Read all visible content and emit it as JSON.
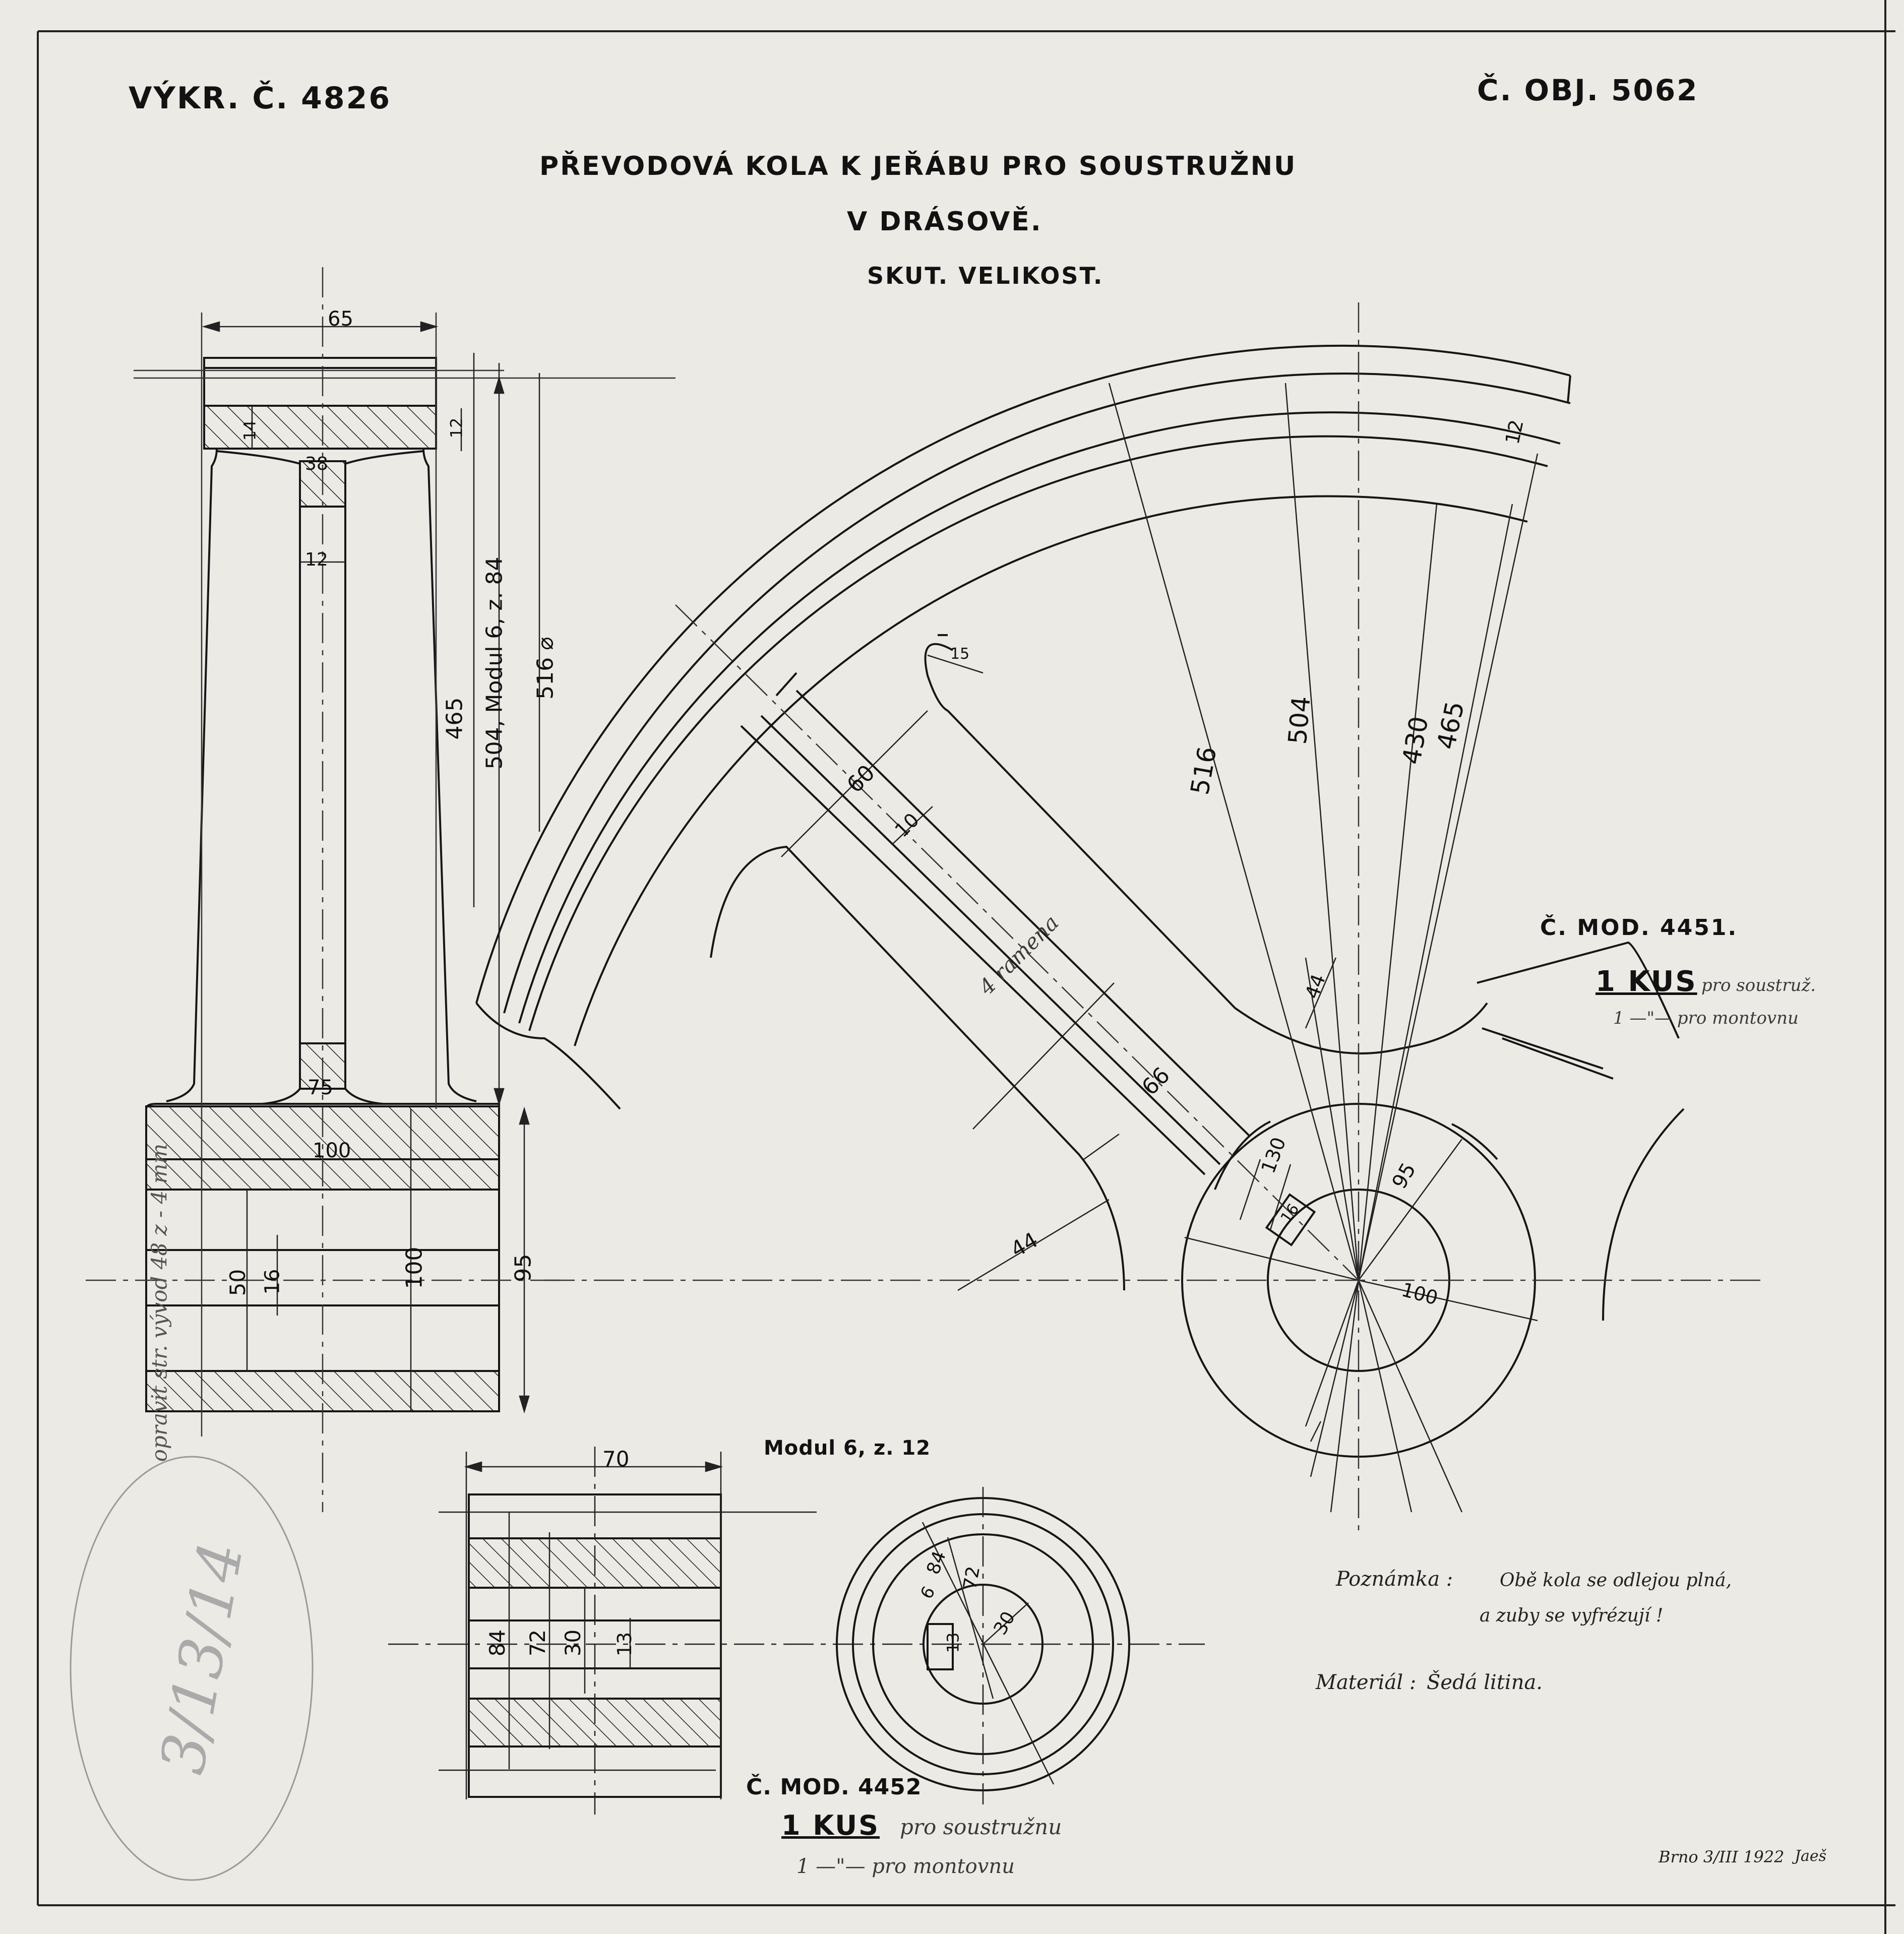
{
  "header": {
    "drawing_no": "VÝKR. Č. 4826",
    "order_no": "Č. OBJ. 5062",
    "title_line1": "PŘEVODOVÁ KOLA K JEŘÁBU PRO SOUSTRUŽNU",
    "title_line2": "V DRÁSOVĚ.",
    "scale": "SKUT. VELIKOST."
  },
  "section_view": {
    "dims": {
      "width": "65",
      "rim": "14",
      "web": "38",
      "arm": "12",
      "rim_depth": "12",
      "d465": "465",
      "d504": "504, Modul 6, z. 84",
      "d516": "516 ⌀",
      "hub_top": "75",
      "hub_len": "100",
      "bore": "100",
      "hub_h": "95",
      "key_w": "50",
      "key_h": "16"
    },
    "side_note": "opravit str. vývod 48 z - 4 mm"
  },
  "front_view": {
    "dims": {
      "d516": "516",
      "d504": "504",
      "d430": "430",
      "d465": "465",
      "rim_12": "12",
      "r15": "15",
      "arm_60": "60",
      "arm_10": "10",
      "arm_44a": "44",
      "arm_66": "66",
      "arm_44b": "44",
      "hub_130": "130",
      "key_16": "16",
      "hub_95": "95",
      "bore_100": "100"
    },
    "arms_note": "4 ramena"
  },
  "gear1": {
    "model": "Č. MOD. 4451.",
    "qty": "1 KUS",
    "qty_note": "pro soustruž.",
    "qty2": "1 —\"— pro montovnu"
  },
  "pinion": {
    "module": "Modul 6, z. 12",
    "model": "Č. MOD. 4452",
    "qty": "1 KUS",
    "qty_note": "pro soustružnu",
    "qty2": "1 —\"— pro montovnu",
    "dims": {
      "width": "70",
      "d84": "84",
      "d72": "72",
      "d30": "30",
      "k13": "13",
      "c84": "84",
      "c72": "72",
      "c6": "6",
      "c13": "13",
      "c30": "30"
    }
  },
  "notes": {
    "note_label": "Poznámka :",
    "note_line1": "Obě kola se odlejou plná,",
    "note_line2": "a zuby se vyfrézují !",
    "material_label": "Materiál :",
    "material": "Šedá litina.",
    "signature": "Brno 3/III 1922",
    "initials": "Jaeš"
  },
  "stamp": "3/13/14",
  "colors": {
    "paper": "#eceae5",
    "ink": "#141414",
    "pencil": "#6b6b6b"
  }
}
